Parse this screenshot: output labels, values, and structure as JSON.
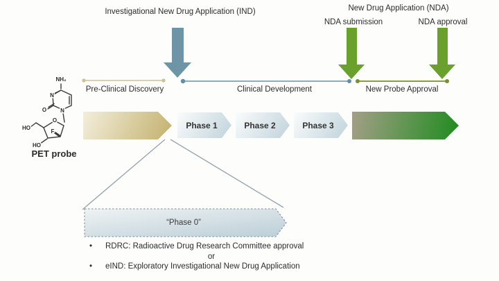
{
  "ind": {
    "title": "Investigational New Drug Application (IND)"
  },
  "nda": {
    "title": "New Drug Application (NDA)",
    "submission": "NDA submission",
    "approval": "NDA approval"
  },
  "timeline": {
    "preclinical": "Pre-Clinical Discovery",
    "clinical": "Clinical Development",
    "newprobe": "New Probe Approval"
  },
  "phases": {
    "phase1": "Phase 1",
    "phase2": "Phase 2",
    "phase3": "Phase 3",
    "phase0": "“Phase 0”"
  },
  "probe": {
    "label": "PET probe",
    "atoms": {
      "nh2": "NH₂",
      "n_ring": "N",
      "n_glyco": "N",
      "o_carbonyl": "O",
      "o_ring": "O",
      "f": "F",
      "ho_left": "HO",
      "ho_bottom": "HO"
    }
  },
  "notes": {
    "bullet": "•",
    "rdrc": "RDRC: Radioactive Drug Research Committee approval",
    "or": "or",
    "eind": "eIND: Exploratory Investigational New Drug Application"
  },
  "colors": {
    "ind_arrow": "#6d95a5",
    "nda_arrow": "#69a12c",
    "preclinical_line": "#d8d3a6",
    "clinical_line": "#7aa2b4",
    "newprobe_line": "#87a03e",
    "tan_gradient_end": "#c3b16d",
    "green_gradient_end": "#1f8c1f",
    "phase_chevron": "#c0d3db"
  }
}
